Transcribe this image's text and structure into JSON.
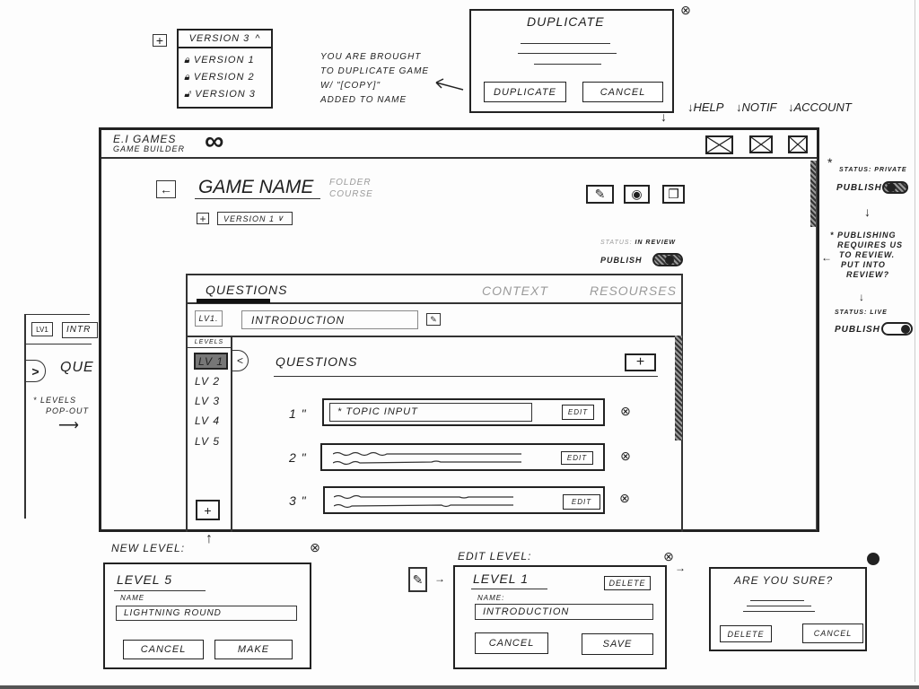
{
  "version_menu": {
    "selected": "Version 3",
    "items": [
      {
        "label": "Version 1",
        "icon": "lock-closed-icon"
      },
      {
        "label": "Version 2",
        "icon": "lock-closed-icon"
      },
      {
        "label": "Version 3",
        "icon": "lock-open-icon"
      }
    ]
  },
  "duplicate_note": [
    "You are brought",
    "to duplicate game",
    "w/ \"[copy]\"",
    "added to name"
  ],
  "duplicate_modal": {
    "title": "Duplicate",
    "duplicate_label": "Duplicate",
    "cancel_label": "Cancel"
  },
  "header_annotations": {
    "help": "Help",
    "notif": "Notif",
    "account": "Account"
  },
  "app": {
    "brand_line1": "E.I Games",
    "brand_line2": "Game Builder",
    "game_name": "Game Name",
    "folder": "Folder",
    "course": "Course",
    "version_select": "Version 1",
    "status_label": "Status:",
    "status_value": "In Review",
    "publish_label": "Publish",
    "tabs": [
      {
        "label": "Questions",
        "active": true
      },
      {
        "label": "Context",
        "active": false
      },
      {
        "label": "Resourses",
        "active": false
      }
    ],
    "level_badge": "LV1.",
    "level_name": "Introduction",
    "levels_header": "Levels",
    "levels": [
      "LV 1",
      "LV 2",
      "LV 3",
      "LV 4",
      "LV 5"
    ],
    "selected_level": "LV 1",
    "questions_heading": "Questions",
    "questions": [
      {
        "number": "1 \"",
        "text": "* Topic Input",
        "edit_label": "Edit"
      },
      {
        "number": "2 \"",
        "text": "",
        "edit_label": "Edit"
      },
      {
        "number": "3 \"",
        "text": "",
        "edit_label": "Edit"
      }
    ]
  },
  "popout_note": {
    "lv_badge": "LV1",
    "intro_fragment": "Intr",
    "questions_fragment": "Que",
    "note": [
      "* Levels",
      "pop-out"
    ]
  },
  "publish_notes": {
    "private_status": "Status: Private",
    "private_publish": "Publish",
    "review_note": [
      "* Publishing",
      "requires us",
      "to review.",
      "Put into",
      "review?"
    ],
    "live_status": "Status: Live",
    "live_publish": "Publish"
  },
  "new_level": {
    "annotation": "New Level:",
    "title": "Level 5",
    "name_label": "Name",
    "name_value": "Lightning Round",
    "cancel_label": "Cancel",
    "make_label": "Make"
  },
  "edit_level": {
    "annotation": "Edit Level:",
    "title": "Level 1",
    "delete_label": "Delete",
    "name_label": "Name:",
    "name_value": "Introduction",
    "cancel_label": "Cancel",
    "save_label": "Save"
  },
  "confirm_modal": {
    "title": "Are you sure?",
    "delete_label": "Delete",
    "cancel_label": "Cancel"
  }
}
